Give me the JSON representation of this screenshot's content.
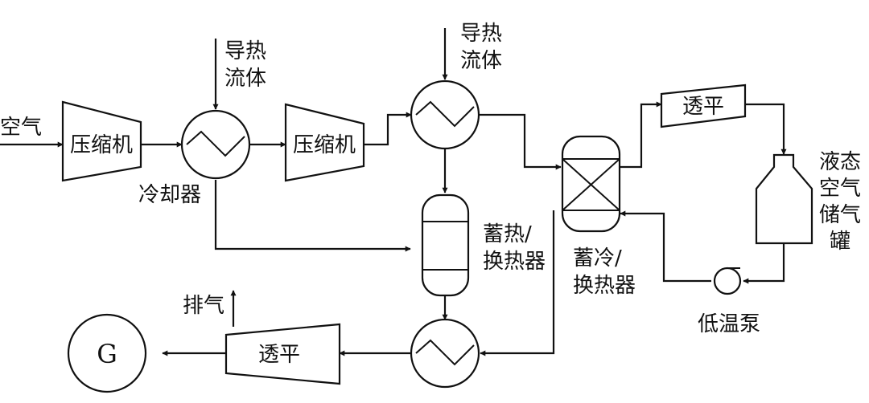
{
  "labels": {
    "air_in": "空气",
    "compressor_1": "压缩机",
    "compressor_2": "压缩机",
    "heat_fluid_1_line1": "导热",
    "heat_fluid_1_line2": "流体",
    "heat_fluid_2_line1": "导热",
    "heat_fluid_2_line2": "流体",
    "cooler": "冷却器",
    "turbine_top": "透平",
    "turbine_bottom": "透平",
    "heat_storage_line1": "蓄热/",
    "heat_storage_line2": "换热器",
    "cold_storage_line1": "蓄冷/",
    "cold_storage_line2": "换热器",
    "liquid_air_tank": [
      "液态",
      "空气",
      "储气",
      "罐"
    ],
    "low_temp_pump": "低温泵",
    "exhaust": "排气",
    "generator": "G"
  }
}
